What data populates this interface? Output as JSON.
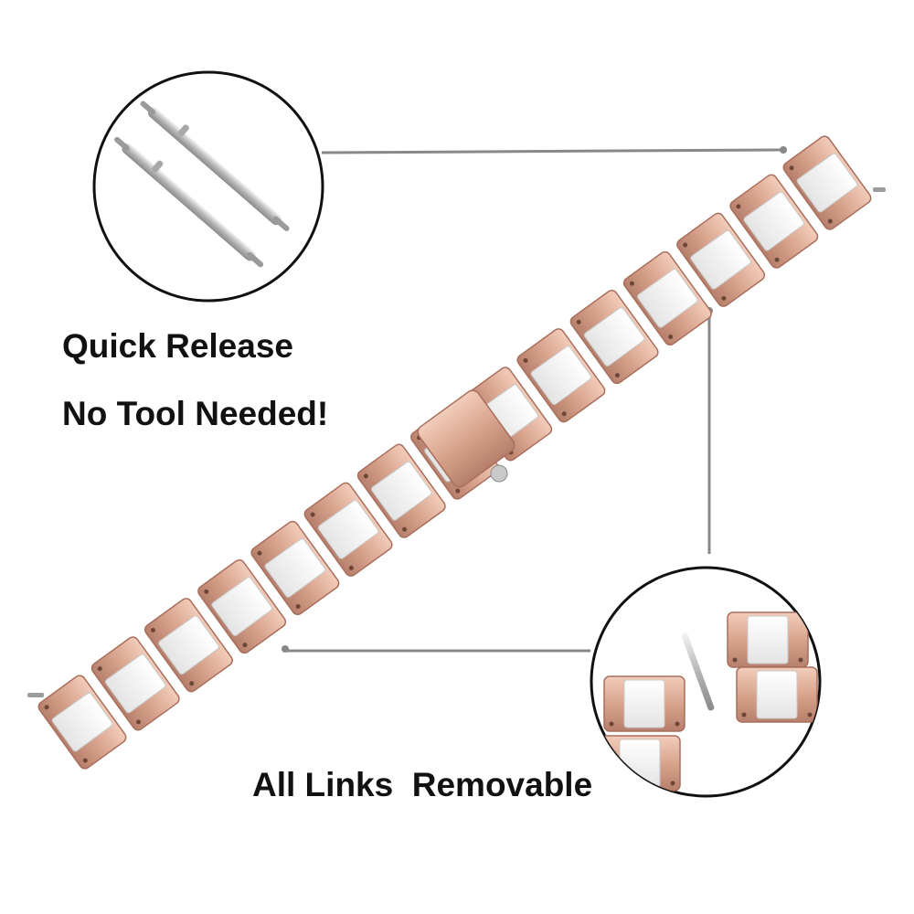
{
  "captions": {
    "quick_release": "Quick Release",
    "no_tool": "No Tool Needed!",
    "all_links": "All Links  Removable"
  },
  "colors": {
    "background": "#ffffff",
    "rose_gold": "#d9a48e",
    "rose_gold_dark": "#b9826e",
    "rose_gold_light": "#f0c8b6",
    "ceramic": "#ffffff",
    "ceramic_shade": "#e6e6e6",
    "pin_steel": "#b8b8b8",
    "callout_line": "#888888",
    "text": "#111111"
  },
  "illustration": {
    "subject": "rose-gold-ceramic-link-watch-band",
    "callouts": [
      "spring-bar-pins-detail",
      "removed-link-detail"
    ]
  }
}
